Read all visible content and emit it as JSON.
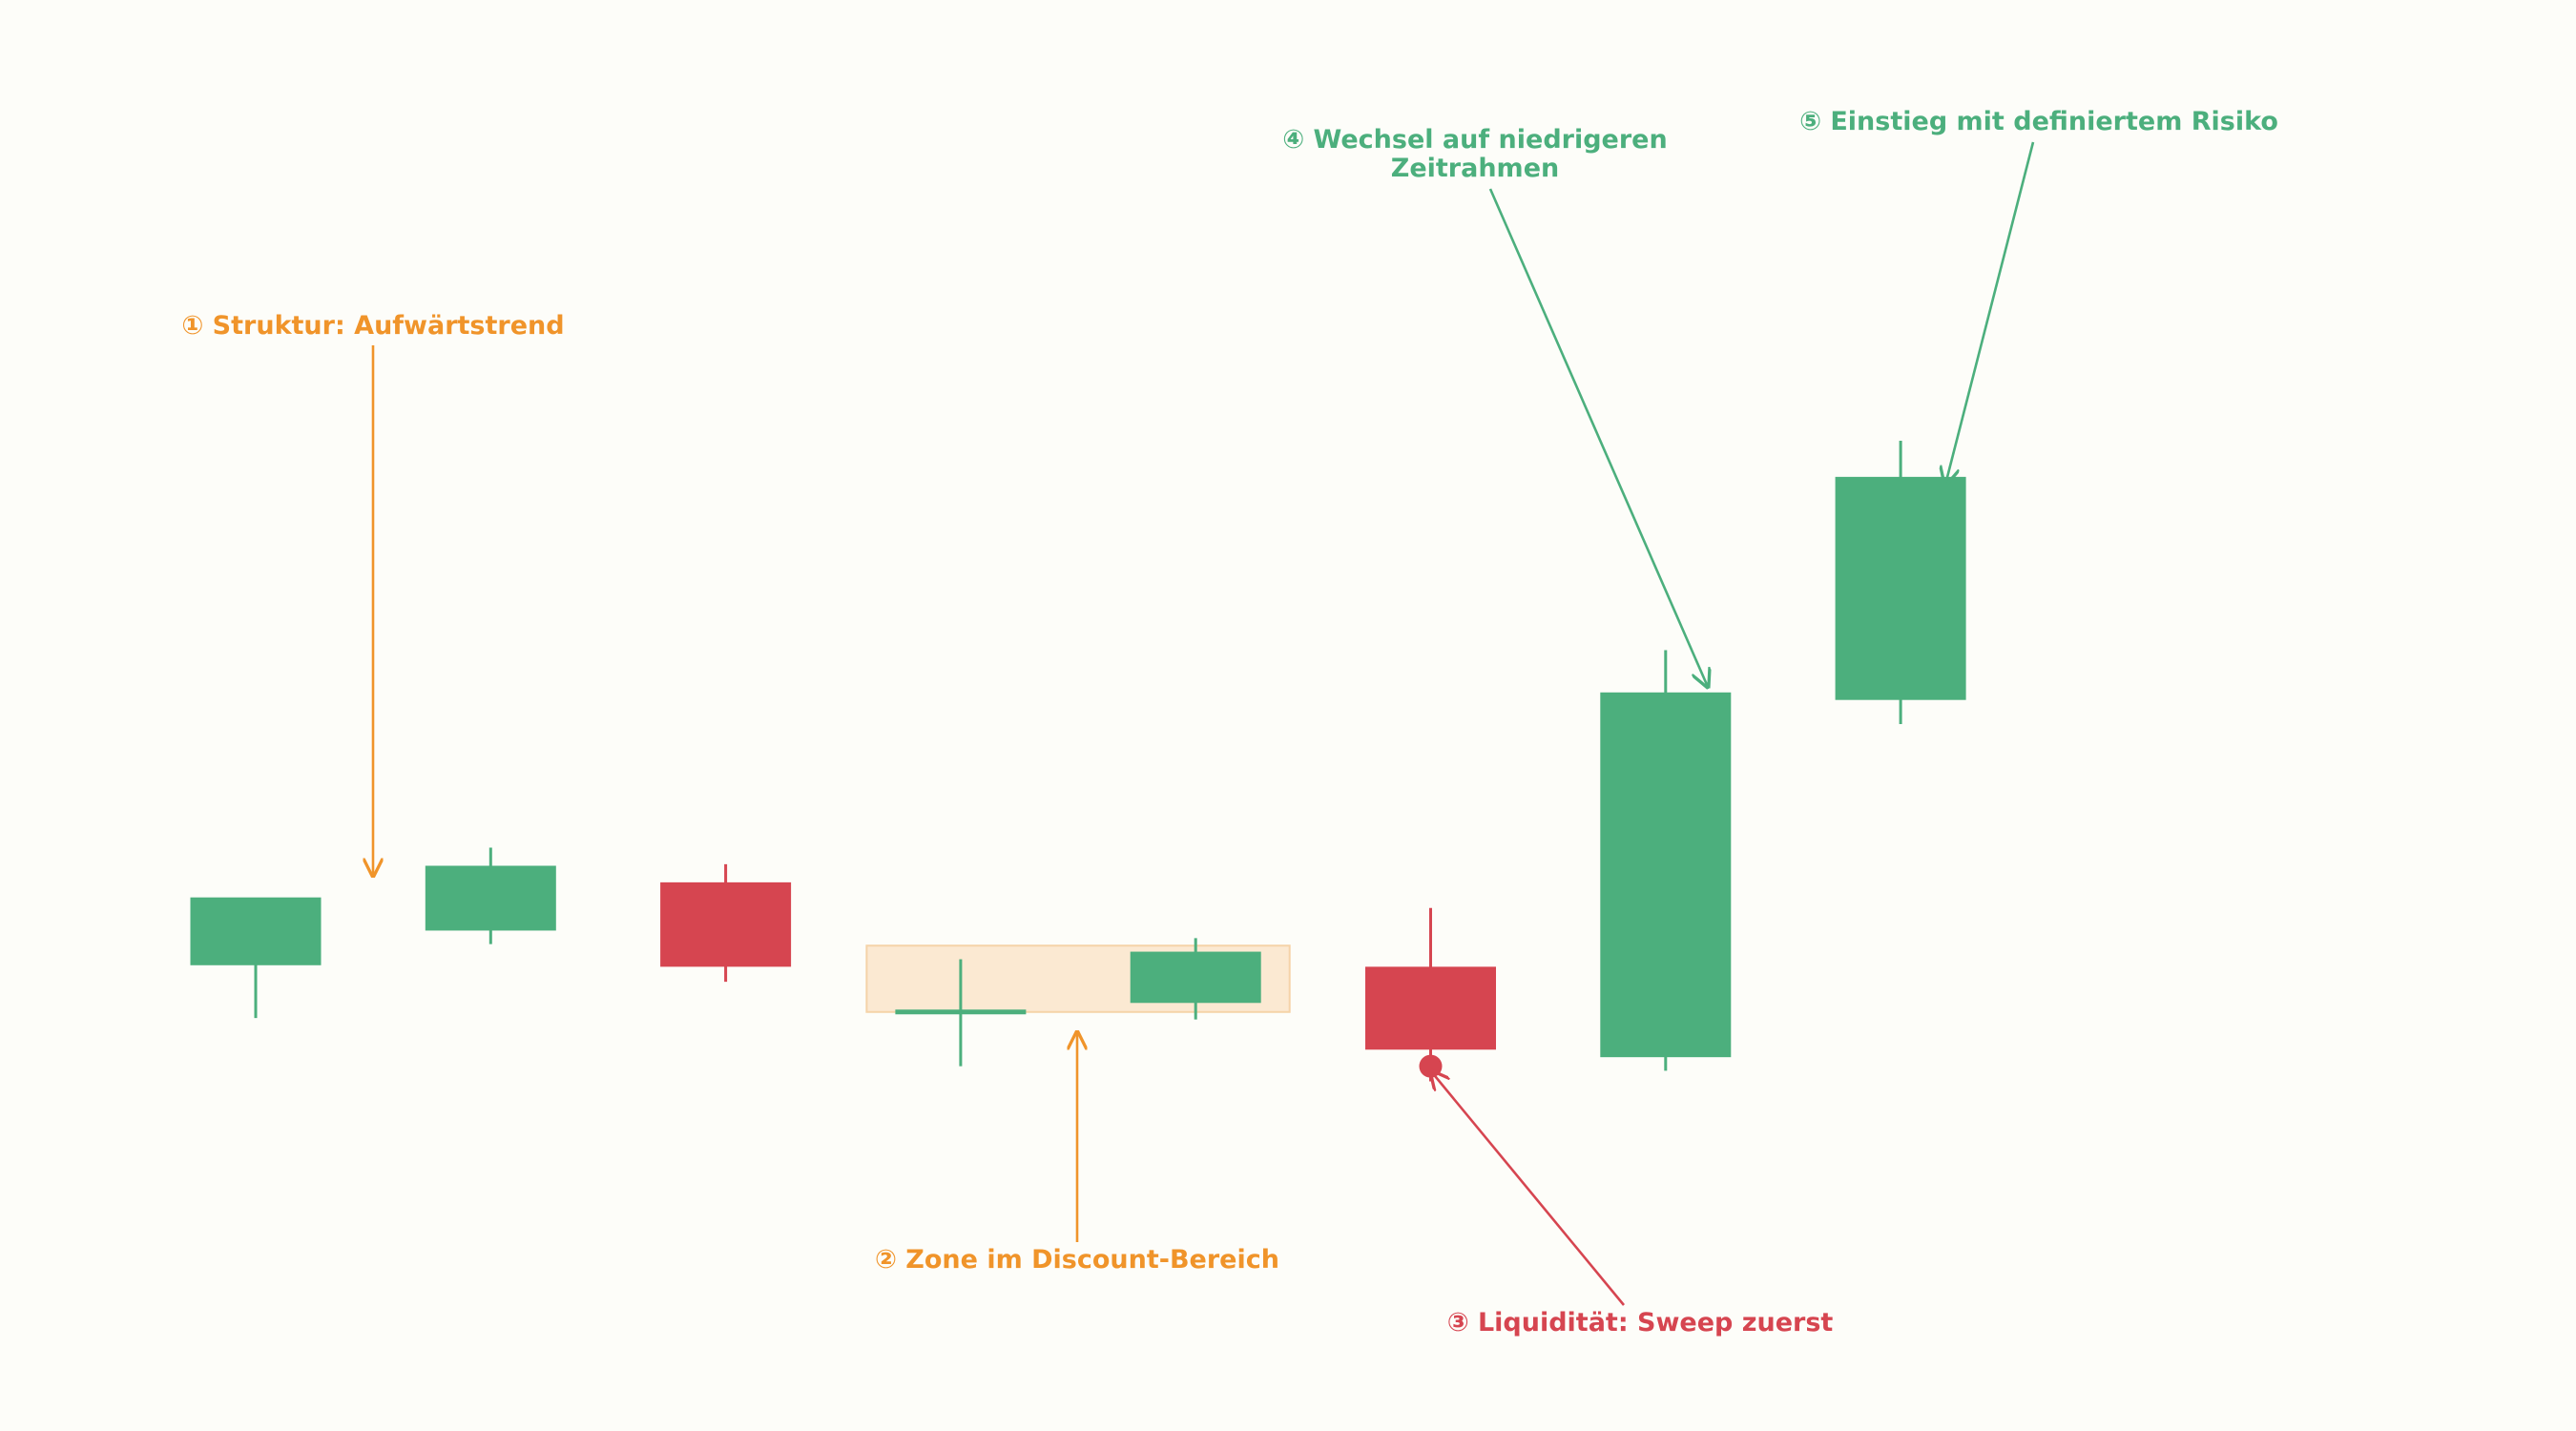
{
  "colors": {
    "background": "#fdfdf9",
    "bullish": "#4caf7d",
    "bearish": "#d64550",
    "accent_orange": "#f0942a",
    "zone_fill": "#fbe9d2",
    "zone_stroke": "#f5d3a8"
  },
  "chart_data": {
    "type": "candlestick",
    "title": "",
    "xlabel": "",
    "ylabel": "",
    "grid": false,
    "axes_visible": false,
    "ylim": [
      0,
      100
    ],
    "candles": [
      {
        "x": 1,
        "open": 30.9,
        "high": 33.5,
        "low": 27.4,
        "close": 35.4,
        "direction": "bullish"
      },
      {
        "x": 2,
        "open": 33.2,
        "high": 38.7,
        "low": 32.3,
        "close": 37.5,
        "direction": "bullish"
      },
      {
        "x": 3,
        "open": 36.4,
        "high": 37.6,
        "low": 29.8,
        "close": 30.8,
        "direction": "bearish"
      },
      {
        "x": 4,
        "open": 27.8,
        "high": 31.3,
        "low": 24.2,
        "close": 27.8,
        "direction": "doji"
      },
      {
        "x": 5,
        "open": 28.4,
        "high": 32.7,
        "low": 27.3,
        "close": 31.8,
        "direction": "bullish"
      },
      {
        "x": 6,
        "open": 30.8,
        "high": 34.7,
        "low": 23.2,
        "close": 25.3,
        "direction": "bearish"
      },
      {
        "x": 7,
        "open": 24.8,
        "high": 51.8,
        "low": 23.9,
        "close": 49.0,
        "direction": "bullish"
      },
      {
        "x": 8,
        "open": 48.5,
        "high": 65.7,
        "low": 46.9,
        "close": 63.3,
        "direction": "bullish"
      }
    ],
    "zone": {
      "x_start": 3.6,
      "x_end": 5.4,
      "y_low": 27.8,
      "y_high": 32.2
    },
    "sweep_point": {
      "x": 6,
      "y": 24.2
    },
    "annotations": [
      {
        "id": "a1",
        "text": "① Struktur: Aufwärtstrend",
        "color": "orange",
        "target": {
          "x": 1.5,
          "y": 38.5
        }
      },
      {
        "id": "a2",
        "text": "② Zone im Discount-Bereich",
        "color": "orange",
        "target": {
          "x": 4.5,
          "y": 28.1
        }
      },
      {
        "id": "a3",
        "text": "③ Liquidität: Sweep zuerst",
        "color": "red",
        "target": {
          "x": 6.0,
          "y": 24.2
        }
      },
      {
        "id": "a4",
        "text": [
          "④ Wechsel auf niedrigeren",
          "Zeitrahmen"
        ],
        "color": "green",
        "target": {
          "x": 7.0,
          "y": 52.0
        }
      },
      {
        "id": "a5",
        "text": "⑤ Einstieg mit definiertem Risiko",
        "color": "green",
        "target": {
          "x": 8.0,
          "y": 66.5
        }
      }
    ]
  }
}
